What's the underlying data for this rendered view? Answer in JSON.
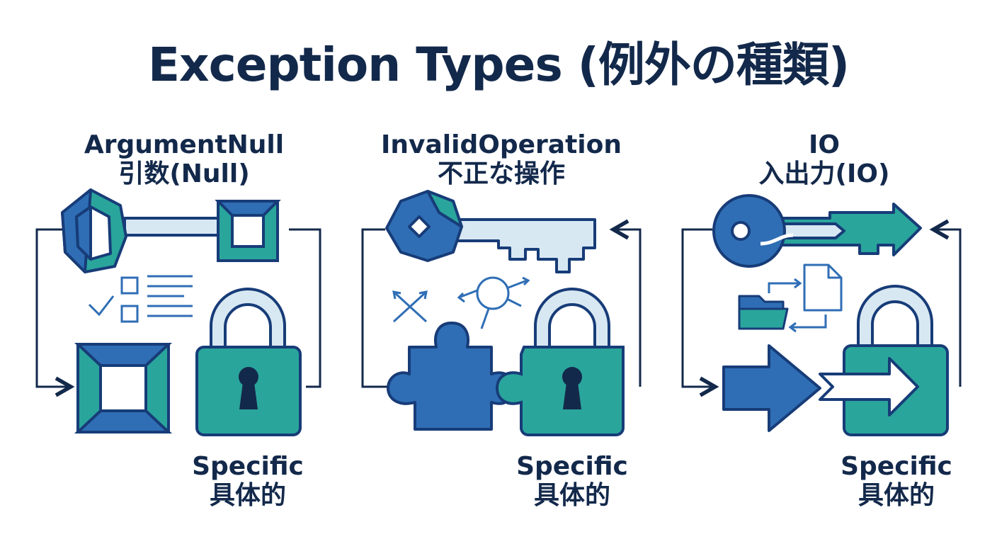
{
  "title": "Exception Types (例外の種類)",
  "panels": [
    {
      "name": "ArgumentNull",
      "subtitle": "引数(Null)",
      "footer": "Specific",
      "footer_sub": "具体的"
    },
    {
      "name": "InvalidOperation",
      "subtitle": "不正な操作",
      "footer": "Specific",
      "footer_sub": "具体的"
    },
    {
      "name": "IO",
      "subtitle": "入出力(IO)",
      "footer": "Specific",
      "footer_sub": "具体的"
    }
  ],
  "colors": {
    "navy": "#13294b",
    "blue": "#2f6eb5",
    "teal": "#2aa59c",
    "light": "#d8e8f2",
    "outline": "#173c78"
  },
  "icons": [
    "hex-key-icon",
    "square-frame-icon",
    "checklist-icon",
    "padlock-icon",
    "key-icon",
    "cross-icon",
    "network-node-icon",
    "puzzle-piece-icon",
    "round-key-arrow-icon",
    "folder-icon",
    "document-icon",
    "arrow-right-icon"
  ]
}
